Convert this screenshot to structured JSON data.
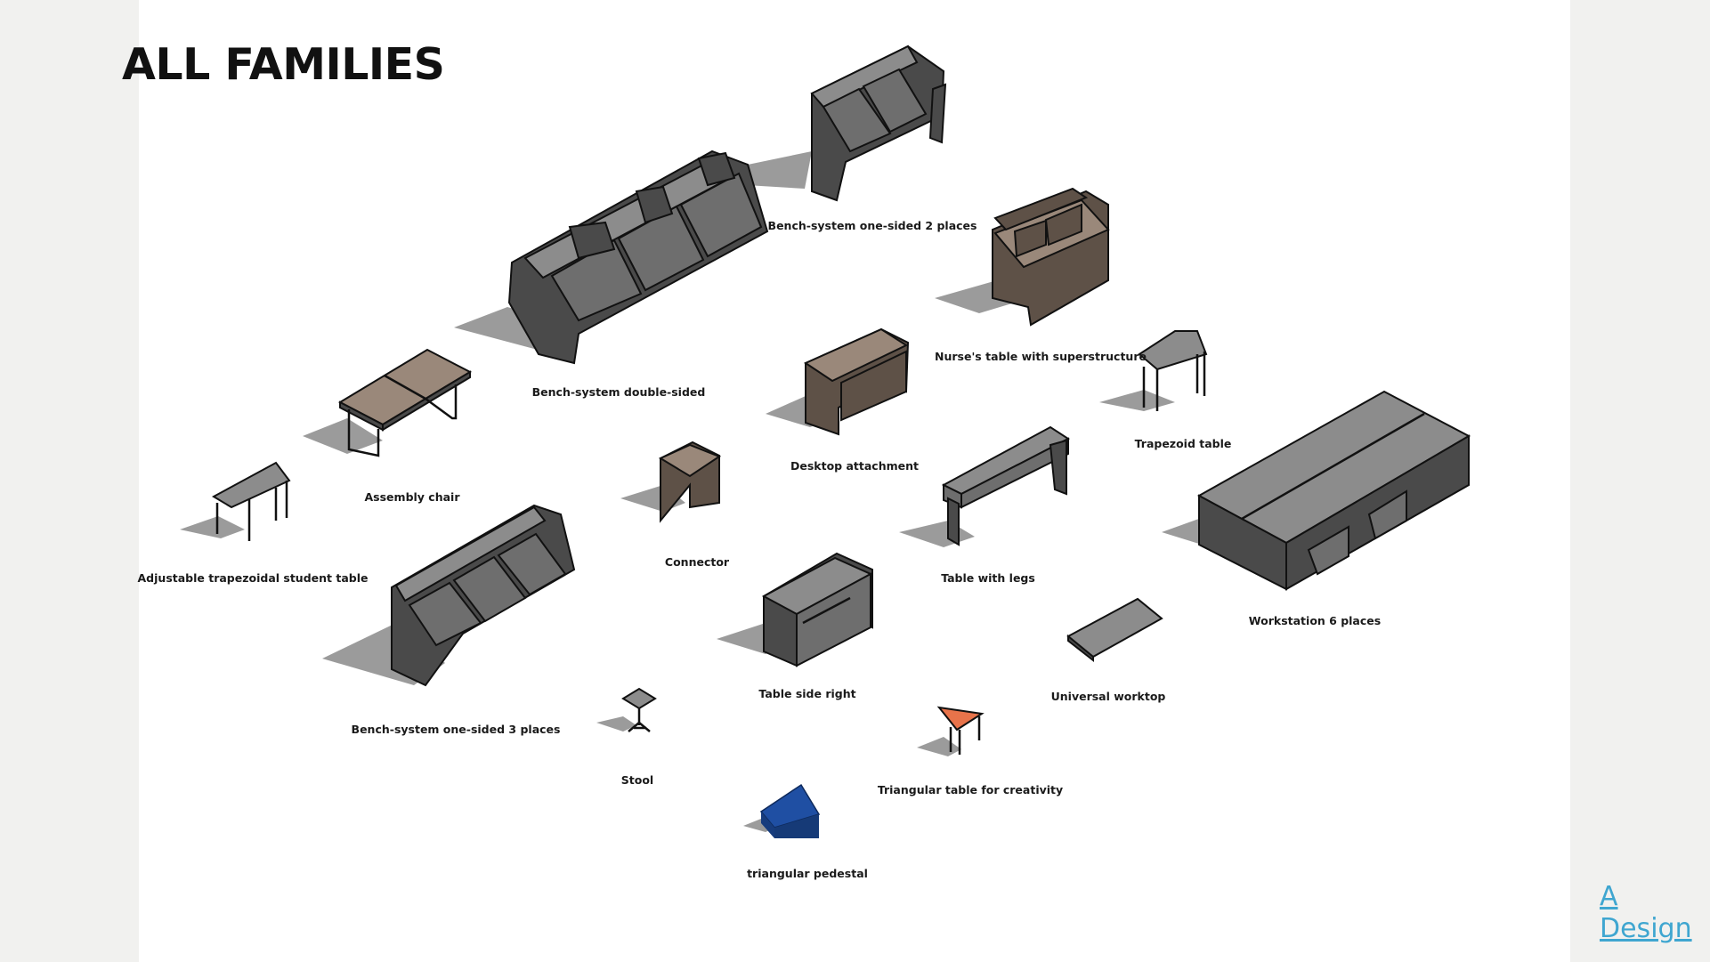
{
  "title": "ALL FAMILIES",
  "brand": {
    "line1": "A",
    "line2": "Design",
    "color": "#3fa6d0"
  },
  "families": [
    {
      "id": "bench-one-sided-2",
      "label": "Bench-system one-sided 2 places",
      "icon": "bench-2-icon"
    },
    {
      "id": "bench-double-sided",
      "label": "Bench-system double-sided",
      "icon": "bench-double-icon"
    },
    {
      "id": "nurse-table",
      "label": "Nurse's table with superstructure",
      "icon": "nurse-table-icon"
    },
    {
      "id": "desktop-attachment",
      "label": "Desktop attachment",
      "icon": "desk-icon"
    },
    {
      "id": "trapezoid-table",
      "label": "Trapezoid table",
      "icon": "trapezoid-table-icon"
    },
    {
      "id": "assembly-chair",
      "label": "Assembly chair",
      "icon": "assembly-table-icon"
    },
    {
      "id": "adjustable-trapezoidal",
      "label": "Adjustable trapezoidal student table",
      "icon": "student-table-icon"
    },
    {
      "id": "connector",
      "label": "Connector",
      "icon": "connector-icon"
    },
    {
      "id": "table-with-legs",
      "label": "Table with legs",
      "icon": "long-table-icon"
    },
    {
      "id": "workstation-6",
      "label": "Workstation 6 places",
      "icon": "workstation-icon"
    },
    {
      "id": "bench-one-sided-3",
      "label": "Bench-system one-sided 3 places",
      "icon": "bench-3-icon"
    },
    {
      "id": "table-side-right",
      "label": "Table side right",
      "icon": "side-table-icon"
    },
    {
      "id": "universal-worktop",
      "label": "Universal worktop",
      "icon": "worktop-icon"
    },
    {
      "id": "stool",
      "label": "Stool",
      "icon": "stool-icon"
    },
    {
      "id": "triangular-table",
      "label": "Triangular table for creativity",
      "icon": "triangle-table-icon",
      "color": "#e8734a"
    },
    {
      "id": "triangular-pedestal",
      "label": "triangular pedestal",
      "icon": "pedestal-icon",
      "color": "#1f4fa3"
    }
  ]
}
